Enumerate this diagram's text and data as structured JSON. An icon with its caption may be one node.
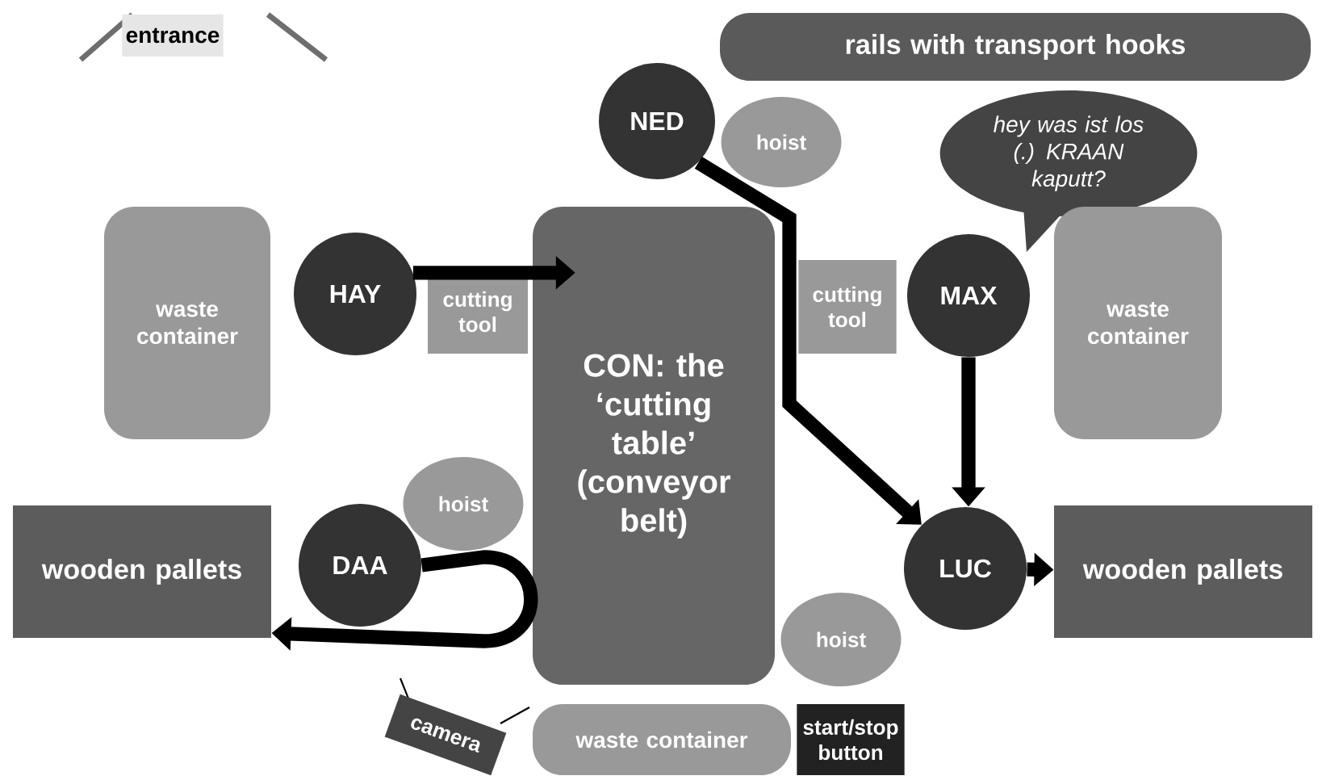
{
  "diagram": {
    "nodes": [
      {
        "text": [
          "entrance"
        ]
      },
      {
        "text": [
          "rails with transport hooks"
        ]
      },
      {
        "text": [
          "NED"
        ]
      },
      {
        "text": [
          "hoist"
        ]
      },
      {
        "text": [
          "hey was ist los (.) KRAAN kaputt?"
        ]
      },
      {
        "text": [
          "waste container"
        ]
      },
      {
        "text": [
          "HAY"
        ]
      },
      {
        "text": [
          "cutting tool"
        ]
      },
      {
        "text": [
          "CON: the ‘cutting table’ (conveyor belt)"
        ]
      },
      {
        "text": [
          "cutting tool"
        ]
      },
      {
        "text": [
          "MAX"
        ]
      },
      {
        "text": [
          "waste container"
        ]
      },
      {
        "text": [
          "hoist"
        ]
      },
      {
        "text": [
          "wooden pallets"
        ]
      },
      {
        "text": [
          "DAA"
        ]
      },
      {
        "text": [
          "LUC"
        ]
      },
      {
        "text": [
          "wooden pallets"
        ]
      },
      {
        "text": [
          "hoist"
        ]
      },
      {
        "text": [
          "camera"
        ]
      },
      {
        "text": [
          "waste container"
        ]
      },
      {
        "text": [
          "start/stop button"
        ]
      }
    ],
    "edges": [
      {
        "from": 6,
        "to": 8,
        "arrow": "to"
      },
      {
        "from": 2,
        "to": 15,
        "arrow": "to"
      },
      {
        "from": 10,
        "to": 15,
        "arrow": "to"
      },
      {
        "from": 14,
        "to": 13,
        "arrow": "to"
      },
      {
        "from": 15,
        "to": 16,
        "arrow": "to"
      }
    ]
  }
}
